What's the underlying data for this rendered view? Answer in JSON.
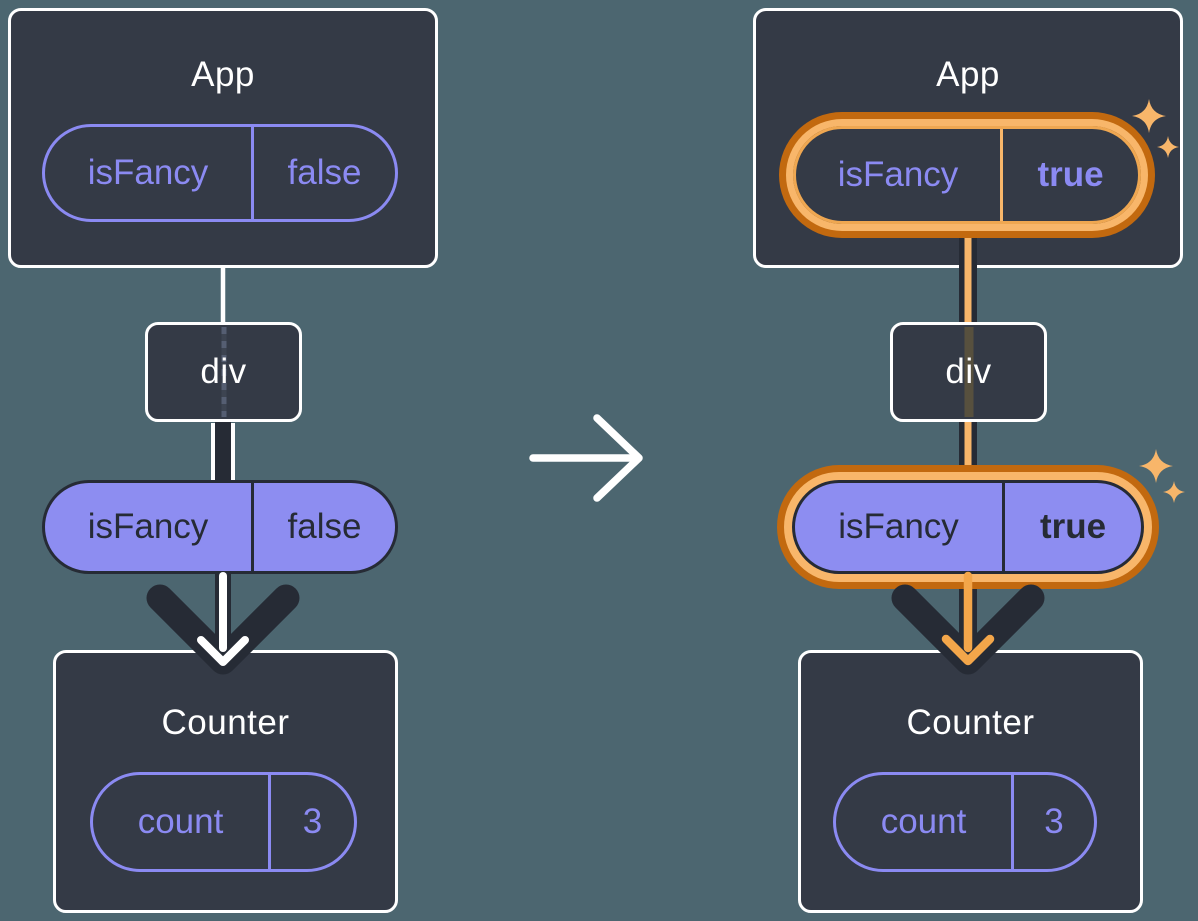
{
  "colors": {
    "background": "#4C6670",
    "card_fill": "#343A46",
    "card_border": "#FFFFFF",
    "purple": "#8B8AF2",
    "purple_fill": "#8D8DF1",
    "dark": "#262B35",
    "orange_dark": "#C2690F",
    "orange_light": "#F8B66A",
    "orange_arrow": "#F3A64A",
    "white": "#FFFFFF"
  },
  "before": {
    "app": {
      "title": "App",
      "state": {
        "name": "isFancy",
        "value": "false"
      }
    },
    "div_node": {
      "label": "div"
    },
    "prop": {
      "name": "isFancy",
      "value": "false"
    },
    "counter": {
      "title": "Counter",
      "state": {
        "name": "count",
        "value": "3"
      }
    }
  },
  "after": {
    "app": {
      "title": "App",
      "state": {
        "name": "isFancy",
        "value": "true"
      }
    },
    "div_node": {
      "label": "div"
    },
    "prop": {
      "name": "isFancy",
      "value": "true"
    },
    "counter": {
      "title": "Counter",
      "state": {
        "name": "count",
        "value": "3"
      }
    }
  },
  "icons": {
    "transform_arrow": "arrow-right-icon",
    "sparkles": "sparkles-icon"
  }
}
